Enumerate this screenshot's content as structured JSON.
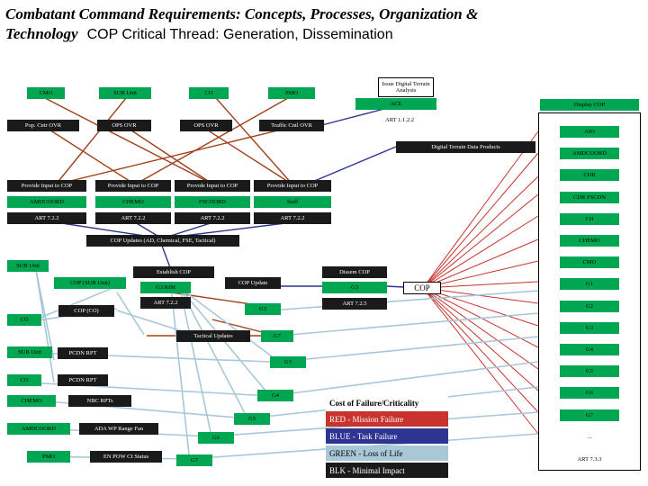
{
  "title": {
    "line1": "Combatant Command Requirements: Concepts, Processes, Organization &",
    "line2a": "Technology",
    "line2b": "COP Critical Thread: Generation, Dissemination"
  },
  "top": {
    "cmo": "CMO",
    "sub_unit": "SUB Unit",
    "co": "CO",
    "pmo": "PMO",
    "issue_digital": "Issue Digital Terrain Analysis",
    "ace": "ACE",
    "art_112": "ART 1.1.2.2",
    "display_cop": "Display COP"
  },
  "ovr": {
    "pop_cntr": "Pop. Cntr OVR",
    "ops1": "OPS OVR",
    "ops2": "OPS OVR",
    "traffic": "Traffic Cntl OVR",
    "digital_terrain": "Digital Terrain Data Products"
  },
  "provide": {
    "p1": "Provide Input to COP",
    "p2": "Provide Input to COP",
    "p3": "Provide Input to COP",
    "p4": "Provide Input to COP",
    "amdcoord": "AMDCOORD",
    "chemo": "CHEMO",
    "fscoord": "FSCOORD",
    "staff": "Staff",
    "art1": "ART 7.2.2",
    "art2": "ART 7.2.2",
    "art3": "ART 7.2.2",
    "art4": "ART 7.2.2"
  },
  "updates": {
    "cop_updates": "COP Updates (AD, Chemical, FSE, Tactical)"
  },
  "middle": {
    "sub_unit": "SUB Unit",
    "cop_sub": "COP (SUB Unit)",
    "cop_co": "COP (CO)",
    "co": "CO",
    "establish": "Establish COP",
    "g3_rim": "G3 RIM",
    "art_722": "ART 7.2.2",
    "cop_update": "COP Update",
    "g3a": "G3",
    "dissem": "Dissem COP",
    "g3b": "G3",
    "art_725": "ART 7.2.5",
    "cop": "COP",
    "tactical_updates": "Tactical Updates",
    "g7a": "G7"
  },
  "lower": {
    "sub_unit": "SUB Unit",
    "pcdn_rpt1": "PCDN RPT",
    "g3": "G3",
    "co": "CO",
    "pcdn_rpt2": "PCDN RPT",
    "chemo": "CHEMO",
    "nbc_rpts": "NBC RPTs",
    "g4": "G4",
    "amdcoord": "AMDCOORD",
    "ada_wp": "ADA WP Range Fan",
    "g5": "G5",
    "g6": "G6",
    "pmo": "PMO",
    "en_pow": "EN POW CI Status",
    "g7": "G7"
  },
  "right": {
    "items": [
      "AIO",
      "AMDCOORD",
      "CDR",
      "CDR FSCDN",
      "CH",
      "CHEMO",
      "CMO",
      "G1",
      "G2",
      "G3",
      "G4",
      "G5",
      "G6",
      "G7",
      "...",
      "ART 7.3.3"
    ]
  },
  "legend": {
    "title": "Cost of Failure/Criticality",
    "red": "RED - Mission Failure",
    "blue": "BLUE - Task Failure",
    "green": "GREEN - Loss of Life",
    "black": "BLK - Minimal Impact",
    "colors": {
      "red": "#c8342d",
      "blue": "#2d3491",
      "green": "#a8c8d8",
      "black": "#000000",
      "node_green": "#00a651",
      "line_orange": "#a0401a"
    }
  }
}
